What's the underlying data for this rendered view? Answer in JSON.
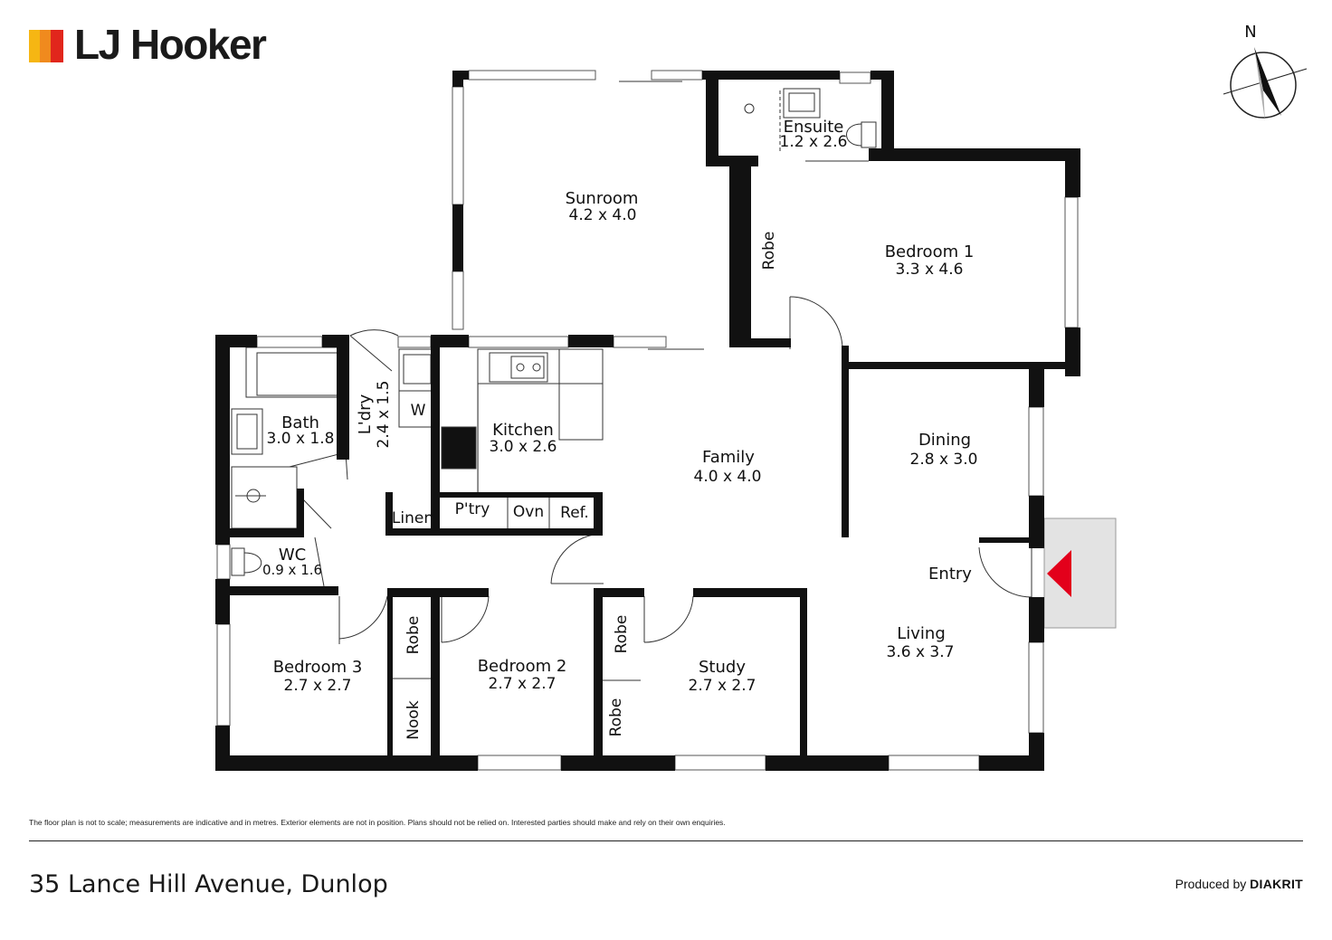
{
  "brand": {
    "name": "LJ Hooker",
    "colors": {
      "bar1": "#f6b613",
      "bar2": "#f08a1e",
      "bar3": "#e1261c",
      "text": "#1a1a1a"
    }
  },
  "compass": {
    "label": "N"
  },
  "entry_marker_color": "#e3001b",
  "rooms": [
    {
      "id": "sunroom",
      "name": "Sunroom",
      "dims": "4.2 x 4.0"
    },
    {
      "id": "ensuite",
      "name": "Ensuite",
      "dims": "1.2 x 2.6"
    },
    {
      "id": "bedroom1",
      "name": "Bedroom 1",
      "dims": "3.3 x 4.6"
    },
    {
      "id": "bath",
      "name": "Bath",
      "dims": "3.0 x 1.8"
    },
    {
      "id": "laundry",
      "name": "L'dry",
      "dims": "2.4 x 1.5"
    },
    {
      "id": "kitchen",
      "name": "Kitchen",
      "dims": "3.0 x 2.6"
    },
    {
      "id": "family",
      "name": "Family",
      "dims": "4.0 x 4.0"
    },
    {
      "id": "dining",
      "name": "Dining",
      "dims": "2.8 x 3.0"
    },
    {
      "id": "wc",
      "name": "WC",
      "dims": "0.9 x 1.6"
    },
    {
      "id": "living",
      "name": "Living",
      "dims": "3.6 x 3.7"
    },
    {
      "id": "bedroom3",
      "name": "Bedroom 3",
      "dims": "2.7 x 2.7"
    },
    {
      "id": "bedroom2",
      "name": "Bedroom 2",
      "dims": "2.7 x 2.7"
    },
    {
      "id": "study",
      "name": "Study",
      "dims": "2.7 x 2.7"
    }
  ],
  "labels": {
    "robe": "Robe",
    "nook": "Nook",
    "linen": "Linen",
    "washer": "W",
    "pantry": "P'try",
    "oven": "Ovn",
    "fridge": "Ref.",
    "entry": "Entry"
  },
  "footer": {
    "disclaimer": "The floor plan is not to scale; measurements are indicative and in metres. Exterior elements are not in position. Plans should not be relied on. Interested parties should make and rely on their own enquiries.",
    "address": "35 Lance Hill Avenue, Dunlop",
    "produced_by": "Produced by",
    "producer": "DIAKRIT"
  }
}
